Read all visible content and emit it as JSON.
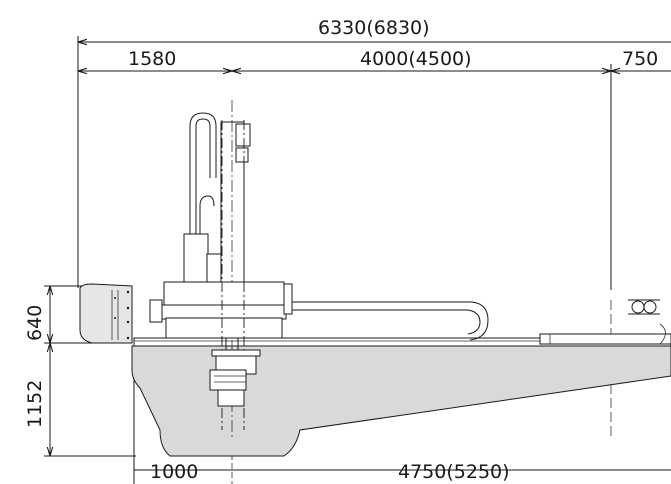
{
  "dimensions": {
    "overall_length": "6330(6830)",
    "left_offset": "1580",
    "stroke_length": "4000(4500)",
    "right_offset": "750",
    "height_upper": "640",
    "height_lower": "1152",
    "base_left": "1000",
    "base_right": "4750(5250)"
  }
}
